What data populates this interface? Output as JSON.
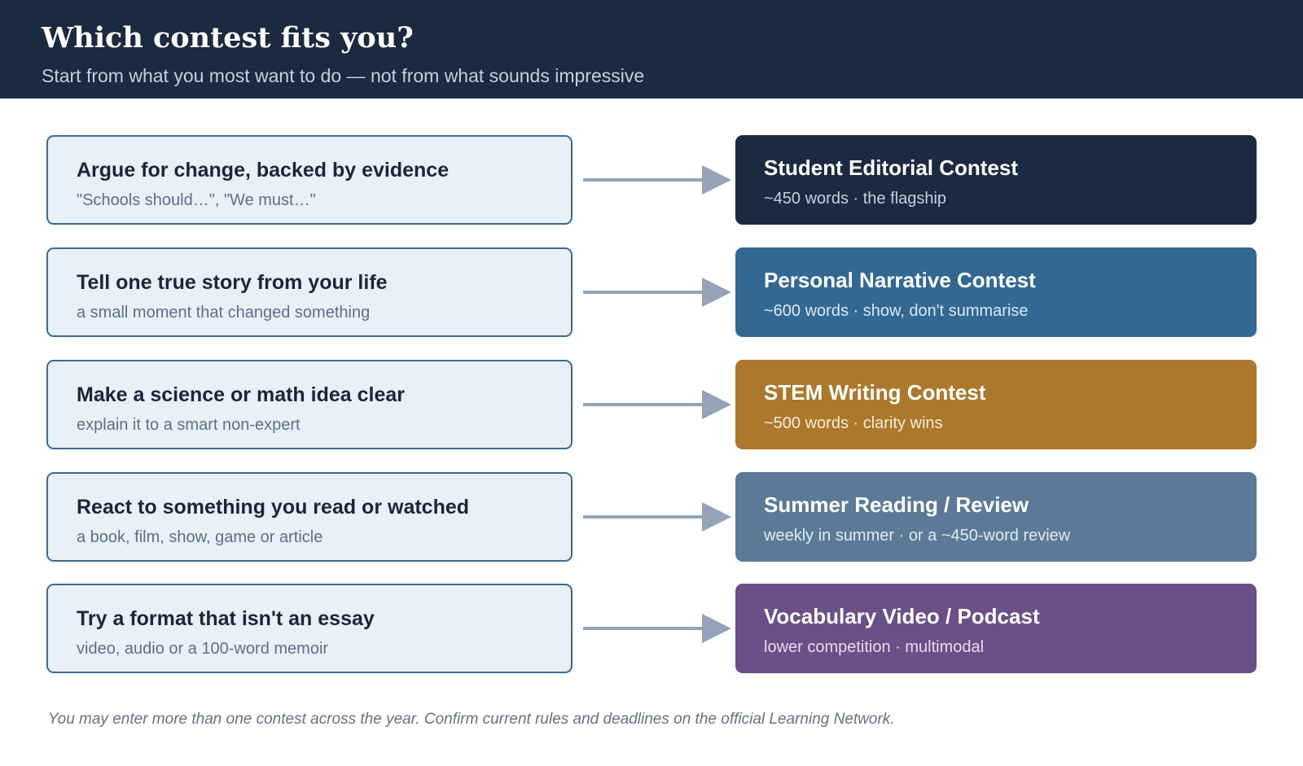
{
  "header": {
    "title": "Which contest fits you?",
    "subtitle": "Start from what you most want to do — not from what sounds impressive"
  },
  "rows": [
    {
      "need": {
        "title": "Argue for change, backed by evidence",
        "subtitle": "\"Schools should…\", \"We must…\""
      },
      "contest": {
        "title": "Student Editorial Contest",
        "subtitle": "~450 words · the flagship",
        "color": "#1c2a40",
        "subtitle_color": "#c5cfdb"
      }
    },
    {
      "need": {
        "title": "Tell one true story from your life",
        "subtitle": "a small moment that changed something"
      },
      "contest": {
        "title": "Personal Narrative Contest",
        "subtitle": "~600 words · show, don't summarise",
        "color": "#336892",
        "subtitle_color": "#dce8f2"
      }
    },
    {
      "need": {
        "title": "Make a science or math idea clear",
        "subtitle": "explain it to a smart non-expert"
      },
      "contest": {
        "title": "STEM Writing Contest",
        "subtitle": "~500 words · clarity wins",
        "color": "#ab782c",
        "subtitle_color": "#f7ecd8"
      }
    },
    {
      "need": {
        "title": "React to something you read or watched",
        "subtitle": "a book, film, show, game or article"
      },
      "contest": {
        "title": "Summer Reading / Review",
        "subtitle": "weekly in summer · or a ~450-word review",
        "color": "#5c7a98",
        "subtitle_color": "#e1e9f1"
      }
    },
    {
      "need": {
        "title": "Try a format that isn't an essay",
        "subtitle": "video, audio or a 100-word memoir"
      },
      "contest": {
        "title": "Vocabulary Video / Podcast",
        "subtitle": "lower competition · multimodal",
        "color": "#6b4f87",
        "subtitle_color": "#e6dcef"
      }
    }
  ],
  "arrow_color": "#94a3b7",
  "footnote": "You may enter more than one contest across the year. Confirm current rules and deadlines on the official Learning Network."
}
